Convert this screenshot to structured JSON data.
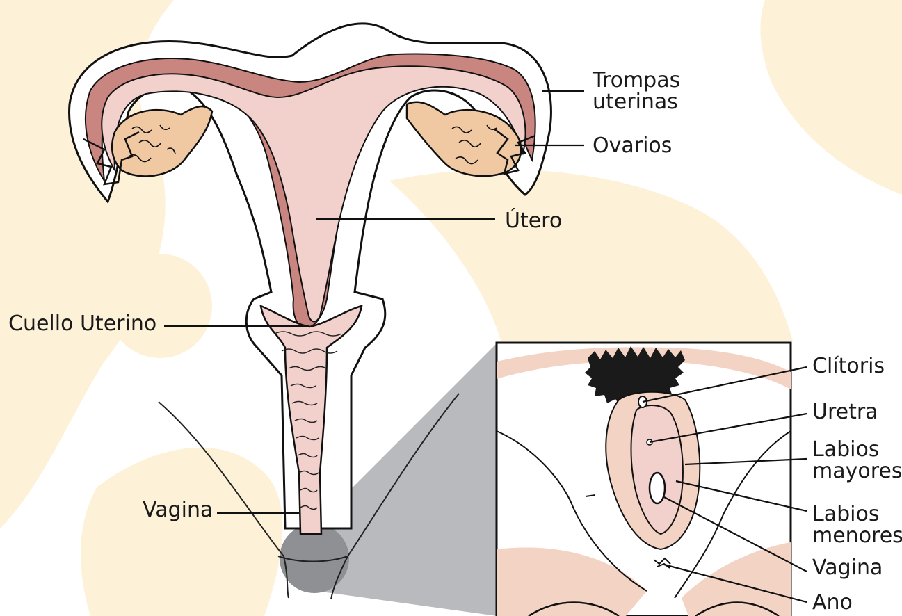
{
  "labels": {
    "trompas_line1": "Trompas",
    "trompas_line2": "uterinas",
    "ovarios": "Ovarios",
    "utero": "Útero",
    "cuello": "Cuello Uterino",
    "vagina_left": "Vagina",
    "clitoris": "Clítoris",
    "uretra": "Uretra",
    "labios_mayores_line1": "Labios",
    "labios_mayores_line2": "mayores",
    "labios_menores_line1": "Labios",
    "labios_menores_line2": "menores",
    "vagina_right": "Vagina",
    "ano": "Ano"
  },
  "colors": {
    "background_blob": "#fdf1d8",
    "uterus_fill": "#f2d0cc",
    "uterus_wall": "#c98580",
    "ovary_fill": "#f0c9a3",
    "zoom_wedge": "#b9babd",
    "zoom_circle": "#8f9093",
    "skin_shadow": "#f3d3c4",
    "outline": "#111111"
  }
}
